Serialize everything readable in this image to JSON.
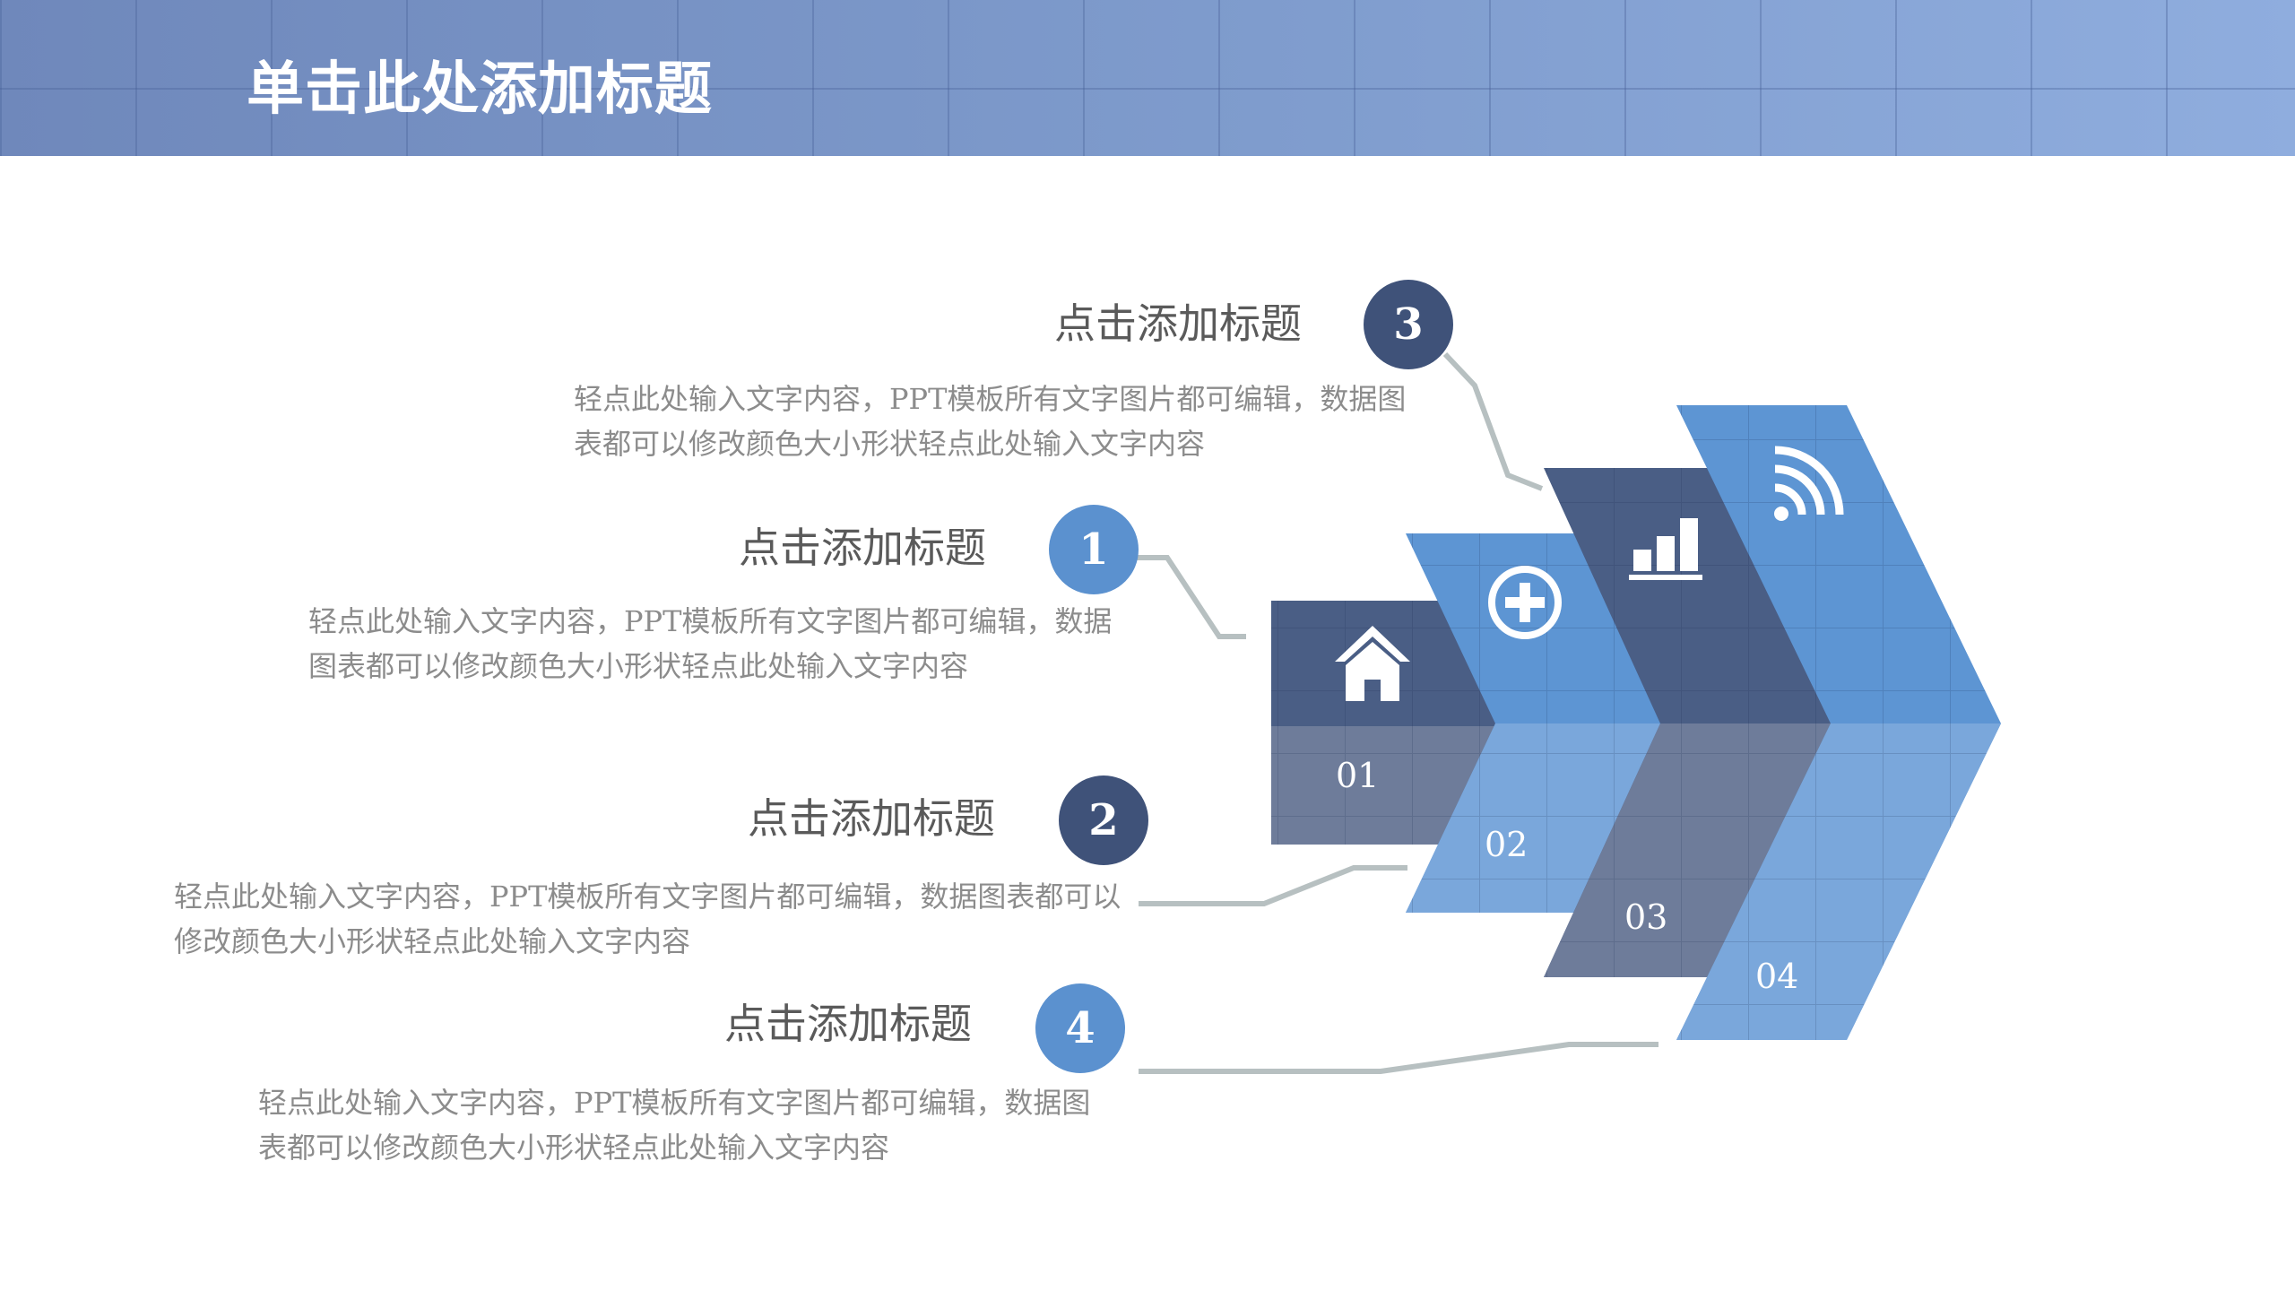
{
  "header": {
    "title": "单击此处添加标题"
  },
  "items": [
    {
      "number": "1",
      "title": "点击添加标题",
      "body": "轻点此处输入文字内容，PPT模板所有文字图片都可编辑，数据图表都可以修改颜色大小形状轻点此处输入文字内容",
      "stage_label": "01",
      "icon": "home-icon"
    },
    {
      "number": "2",
      "title": "点击添加标题",
      "body": "轻点此处输入文字内容，PPT模板所有文字图片都可编辑，数据图表都可以修改颜色大小形状轻点此处输入文字内容",
      "stage_label": "02",
      "icon": "plus-circle-icon"
    },
    {
      "number": "3",
      "title": "点击添加标题",
      "body": "轻点此处输入文字内容，PPT模板所有文字图片都可编辑，数据图表都可以修改颜色大小形状轻点此处输入文字内容",
      "stage_label": "03",
      "icon": "bar-chart-icon"
    },
    {
      "number": "4",
      "title": "点击添加标题",
      "body": "轻点此处输入文字内容，PPT模板所有文字图片都可编辑，数据图表都可以修改颜色大小形状轻点此处输入文字内容",
      "stage_label": "04",
      "icon": "wifi-signal-icon"
    }
  ],
  "colors": {
    "header": "#7f9ccd",
    "dark_blue": "#4a5e85",
    "light_blue": "#5d95d3",
    "connector": "#b7c0c1"
  }
}
